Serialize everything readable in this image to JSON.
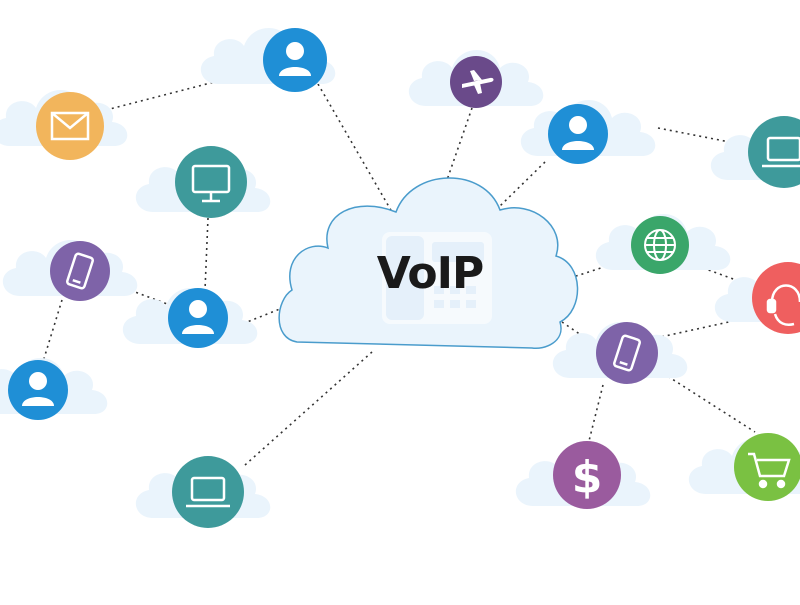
{
  "center": {
    "label": "VoIP"
  },
  "colors": {
    "cloud": "#eaf4fc",
    "cloud_outline": "#4a9ccc",
    "connector": "#333333",
    "user_blue": "#1f8fd6",
    "mail_orange": "#f2b55c",
    "monitor_teal": "#3e9a9b",
    "device_purple": "#7e63a8",
    "plane_purple": "#6a4a8a",
    "globe_green": "#3aa66a",
    "headset_red": "#ef5f5f",
    "dollar_purple": "#9a5b9e",
    "cart_green": "#7ac142"
  },
  "nodes": [
    {
      "id": "envelope",
      "icon": "envelope-icon"
    },
    {
      "id": "user-top",
      "icon": "user-icon"
    },
    {
      "id": "airplane",
      "icon": "airplane-icon"
    },
    {
      "id": "user-upper-right",
      "icon": "user-icon"
    },
    {
      "id": "laptop-right",
      "icon": "laptop-icon"
    },
    {
      "id": "monitor",
      "icon": "monitor-icon"
    },
    {
      "id": "phone-left",
      "icon": "smartphone-icon"
    },
    {
      "id": "user-mid-left",
      "icon": "user-icon"
    },
    {
      "id": "user-far-left",
      "icon": "user-icon"
    },
    {
      "id": "globe",
      "icon": "globe-icon"
    },
    {
      "id": "headset",
      "icon": "headset-icon"
    },
    {
      "id": "phone-right",
      "icon": "smartphone-icon"
    },
    {
      "id": "dollar",
      "icon": "dollar-icon"
    },
    {
      "id": "cart",
      "icon": "shopping-cart-icon"
    },
    {
      "id": "laptop-bottom",
      "icon": "laptop-icon"
    }
  ]
}
